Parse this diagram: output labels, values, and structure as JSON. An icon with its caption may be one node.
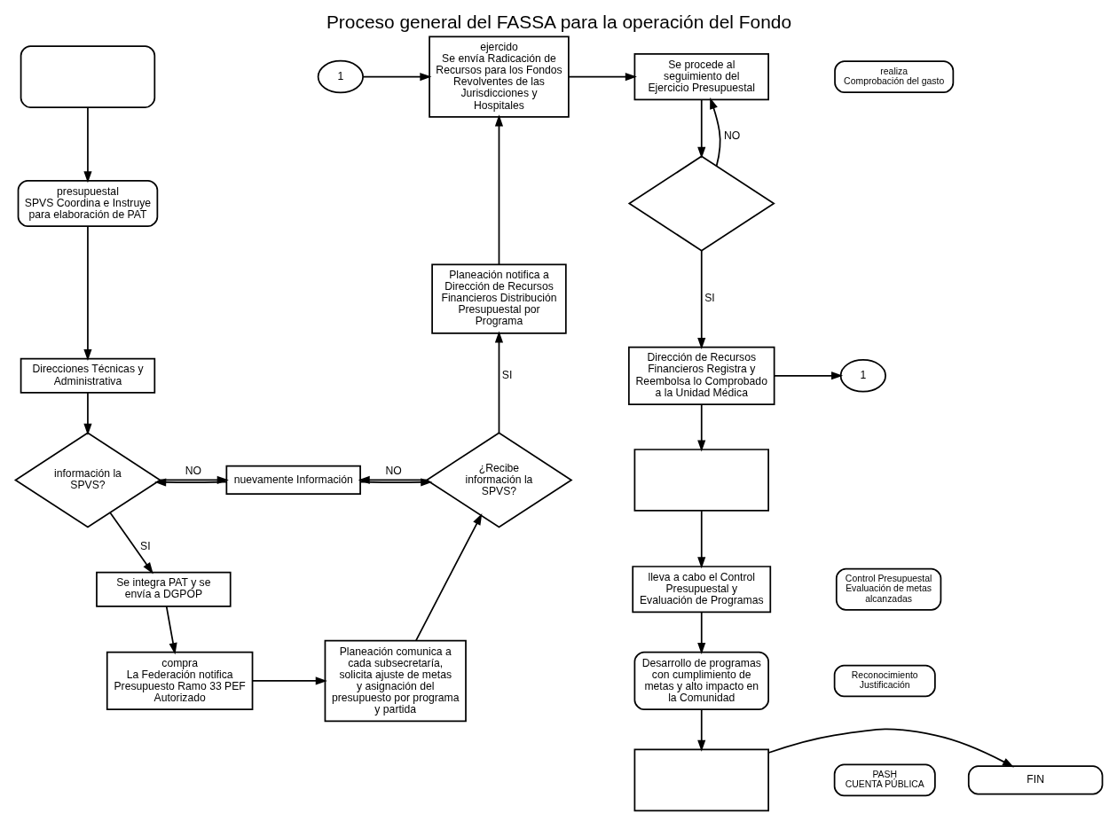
{
  "diagram": {
    "title": "Proceso general del FASSA para la operación del Fondo",
    "nodes": [
      {
        "text": [],
        "shape": "box"
      },
      {
        "text": [
          "presupuestal",
          "SPVS Coordina e Instruye para elaboración de PAT"
        ]
      },
      {
        "text": [
          "Direcciones Técnicas y Administrativa"
        ]
      },
      {
        "text": [
          "información la SPVS?"
        ]
      },
      {
        "text": [
          "nuevamente Información"
        ]
      },
      {
        "text": [
          "Se integra PAT y se envía a DGPOP"
        ]
      },
      {
        "text": [
          "compra",
          "La Federación notifica Presupuesto Ramo 33 PEF Autorizado"
        ]
      },
      {
        "text": [
          "Planeación comunica a cada subsecretaría, solicita ajuste de metas y asignación del presupuesto por programa y partida"
        ]
      },
      {
        "text": [
          "¿Recibe información la SPVS?"
        ]
      },
      {
        "text": [
          "Planeación notifica a Dirección de Recursos Financieros Distribución Presupuestal por Programa"
        ]
      },
      {
        "text": [
          "1"
        ]
      },
      {
        "text": [
          "ejercido",
          "Se envía Radicación de Recursos para los Fondos Revolventes de las Jurisdicciones y Hospitales"
        ]
      },
      {
        "text": [
          "Se procede al seguimiento del Ejercicio Presupuestal"
        ]
      },
      {
        "text": [
          "realiza",
          "Comprobación del gasto"
        ]
      },
      {
        "text": [],
        "shape": "diamond"
      },
      {
        "text": [
          "Dirección de Recursos Financieros Registra y Reembolsa lo Comprobado a la Unidad Médica"
        ]
      },
      {
        "text": [
          "1"
        ]
      },
      {
        "text": [],
        "shape": "box"
      },
      {
        "text": [
          "lleva a cabo el Control Presupuestal y Evaluación de Programas"
        ]
      },
      {
        "text": [
          "Control Presupuestal Evaluación de metas alcanzadas"
        ]
      },
      {
        "text": [
          "Desarrollo de programas con cumplimiento de metas y alto impacto en la Comunidad"
        ]
      },
      {
        "text": [
          "Reconocimiento Justificación"
        ]
      },
      {
        "text": [],
        "shape": "box"
      },
      {
        "text": [
          "FIN"
        ]
      },
      {
        "text": [
          "PASH",
          "CUENTA PÚBLICA"
        ]
      }
    ],
    "edges": [
      {
        "from": 0,
        "to": 1,
        "arrow": "to"
      },
      {
        "from": 1,
        "to": 2,
        "arrow": "to"
      },
      {
        "from": 2,
        "to": 3,
        "arrow": "to"
      },
      {
        "from": 3,
        "to": 4,
        "arrow": "to",
        "label": "NO"
      },
      {
        "from": 4,
        "to": 3,
        "arrow": "to"
      },
      {
        "from": 3,
        "to": 5,
        "arrow": "to",
        "label": "SI"
      },
      {
        "from": 5,
        "to": 6,
        "arrow": "to"
      },
      {
        "from": 6,
        "to": 7,
        "arrow": "to"
      },
      {
        "from": 7,
        "to": 8,
        "arrow": "to"
      },
      {
        "from": 4,
        "to": 8,
        "arrow": "to"
      },
      {
        "from": 8,
        "to": 4,
        "arrow": "to",
        "label": "NO"
      },
      {
        "from": 8,
        "to": 9,
        "arrow": "to",
        "label": "SI"
      },
      {
        "from": 9,
        "to": 11,
        "arrow": "to"
      },
      {
        "from": 10,
        "to": 11,
        "arrow": "to"
      },
      {
        "from": 11,
        "to": 12,
        "arrow": "to"
      },
      {
        "from": 12,
        "to": 14,
        "arrow": "to"
      },
      {
        "from": 14,
        "to": 12,
        "arrow": "to",
        "label": "NO"
      },
      {
        "from": 14,
        "to": 15,
        "arrow": "to",
        "label": "SI"
      },
      {
        "from": 15,
        "to": 16,
        "arrow": "to"
      },
      {
        "from": 15,
        "to": 17,
        "arrow": "to"
      },
      {
        "from": 17,
        "to": 18,
        "arrow": "to"
      },
      {
        "from": 18,
        "to": 20,
        "arrow": "to"
      },
      {
        "from": 20,
        "to": 22,
        "arrow": "to"
      },
      {
        "from": 22,
        "to": 23,
        "arrow": "to"
      }
    ]
  }
}
